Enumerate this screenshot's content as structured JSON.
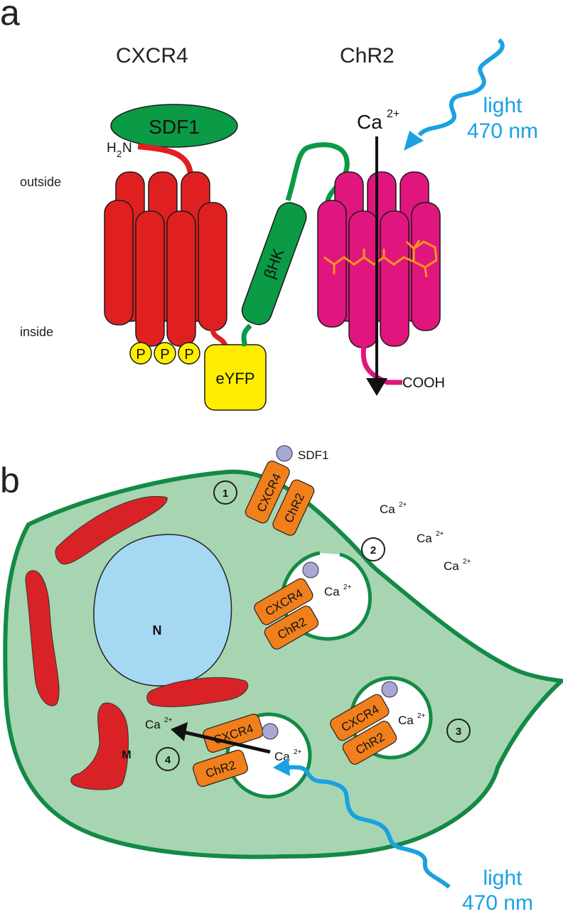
{
  "panel_a": {
    "label": "a",
    "cxcr4_title": "CXCR4",
    "chr2_title": "ChR2",
    "sdf1": "SDF1",
    "h2n_h": "H",
    "h2n_sub": "2",
    "h2n_n": "N",
    "outside": "outside",
    "inside": "inside",
    "phospho": [
      "P",
      "P",
      "P"
    ],
    "eyfp": "eYFP",
    "bhk": "βHK",
    "ca": "Ca",
    "ca_charge": "2+",
    "light_word": "light",
    "light_wavelength": "470 nm",
    "cooh": "COOH",
    "colors": {
      "cxcr4": "#e02020",
      "chr2": "#e0157e",
      "linker": "#0b9a45",
      "sdf1": "#0b9a45",
      "eyfp": "#ffed00",
      "light": "#1ba1e2",
      "retinal": "#f7931e"
    }
  },
  "panel_b": {
    "label": "b",
    "sdf1": "SDF1",
    "cxcr4": "CXCR4",
    "chr2": "ChR2",
    "nucleus": "N",
    "mito": "M",
    "ca": "Ca",
    "ca_charge": "2+",
    "steps": [
      "1",
      "2",
      "3",
      "4"
    ],
    "light_word": "light",
    "light_wavelength": "470 nm",
    "colors": {
      "cell_fill": "#a8d5b1",
      "cell_border": "#138a46",
      "nucleus": "#a5d8f3",
      "mito": "#d92226",
      "construct": "#f07f1c",
      "ligand": "#a9a6d8",
      "light": "#1ba1e2"
    }
  }
}
